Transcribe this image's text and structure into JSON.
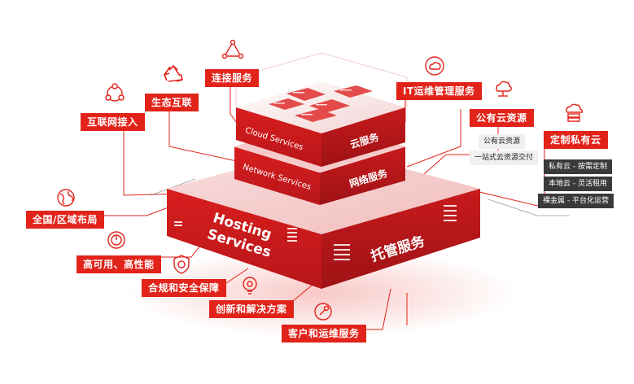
{
  "core": {
    "hosting_en_line1": "Hosting",
    "hosting_en_line2": "Services",
    "hosting_cn": "托管服务",
    "network_en": "Network Services",
    "network_cn": "网络服务",
    "cloud_en": "Cloud Services",
    "cloud_cn": "云服务"
  },
  "labels": {
    "connect": "连接服务",
    "ecosystem": "生态互联",
    "internet_access": "互联网接入",
    "coverage": "全国/区域布局",
    "availability": "高可用、高性能",
    "compliance": "合规和安全保障",
    "innovation": "创新和解决方案",
    "customer_ops": "客户和运维服务",
    "it_ops": "IT运维管理服务",
    "public_cloud": "公有云资源",
    "private_cloud": "定制私有云"
  },
  "public_cloud_items": [
    "公有云资源",
    "一站式云资源交付"
  ],
  "private_cloud_items": [
    "私有云 - 按需定制",
    "本地云 - 灵活租用",
    "裸金属 - 平台化运营"
  ],
  "colors": {
    "brand_red": "#e2231a",
    "dark_red": "#a8141a",
    "line_red": "#e2231a"
  },
  "icons": {
    "connect": "triangle-network-icon",
    "ecosystem": "recycle-icon",
    "internet_access": "network-people-icon",
    "coverage": "globe-icon",
    "availability": "speedometer-icon",
    "compliance": "shield-gear-icon",
    "innovation": "lightbulb-target-icon",
    "customer_ops": "wrench-gear-icon",
    "it_ops": "cloud-gear-icon",
    "public_cloud": "cloud-network-icon",
    "private_cloud": "cloud-server-icon"
  }
}
